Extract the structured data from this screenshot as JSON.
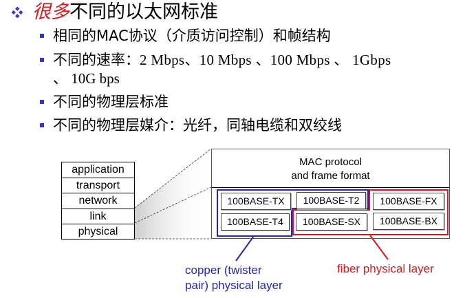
{
  "slide": {
    "title": {
      "emphasis": "很多",
      "rest": "不同的以太网标准"
    },
    "bullets": [
      {
        "text": "相同的MAC协议（介质访问控制）和帧结构"
      },
      {
        "prefix": "不同的速率：",
        "text_line1": "2 Mbps、10 Mbps 、100 Mbps 、 1Gbps",
        "text_line2": "、 10G bps"
      },
      {
        "text": "不同的物理层标准"
      },
      {
        "text": "不同的物理层媒介：光纤，同轴电缆和双绞线"
      }
    ]
  },
  "diagram": {
    "protocol_stack": [
      "application",
      "transport",
      "network",
      "link",
      "physical"
    ],
    "mac_box": {
      "line1": "MAC protocol",
      "line2": "and frame format"
    },
    "phy_standards": {
      "row1": [
        "100BASE-TX",
        "100BASE-T2",
        "100BASE-FX"
      ],
      "row2": [
        "100BASE-T4",
        "100BASE-SX",
        "100BASE-BX"
      ]
    },
    "labels": {
      "copper_line1": "copper (twister",
      "copper_line2": "pair) physical layer",
      "fiber": "fiber physical layer"
    },
    "colors": {
      "copper": "#2727b5",
      "fiber": "#e0151b",
      "bullet": "#3535c8",
      "title_emphasis": "#e0151b"
    }
  }
}
